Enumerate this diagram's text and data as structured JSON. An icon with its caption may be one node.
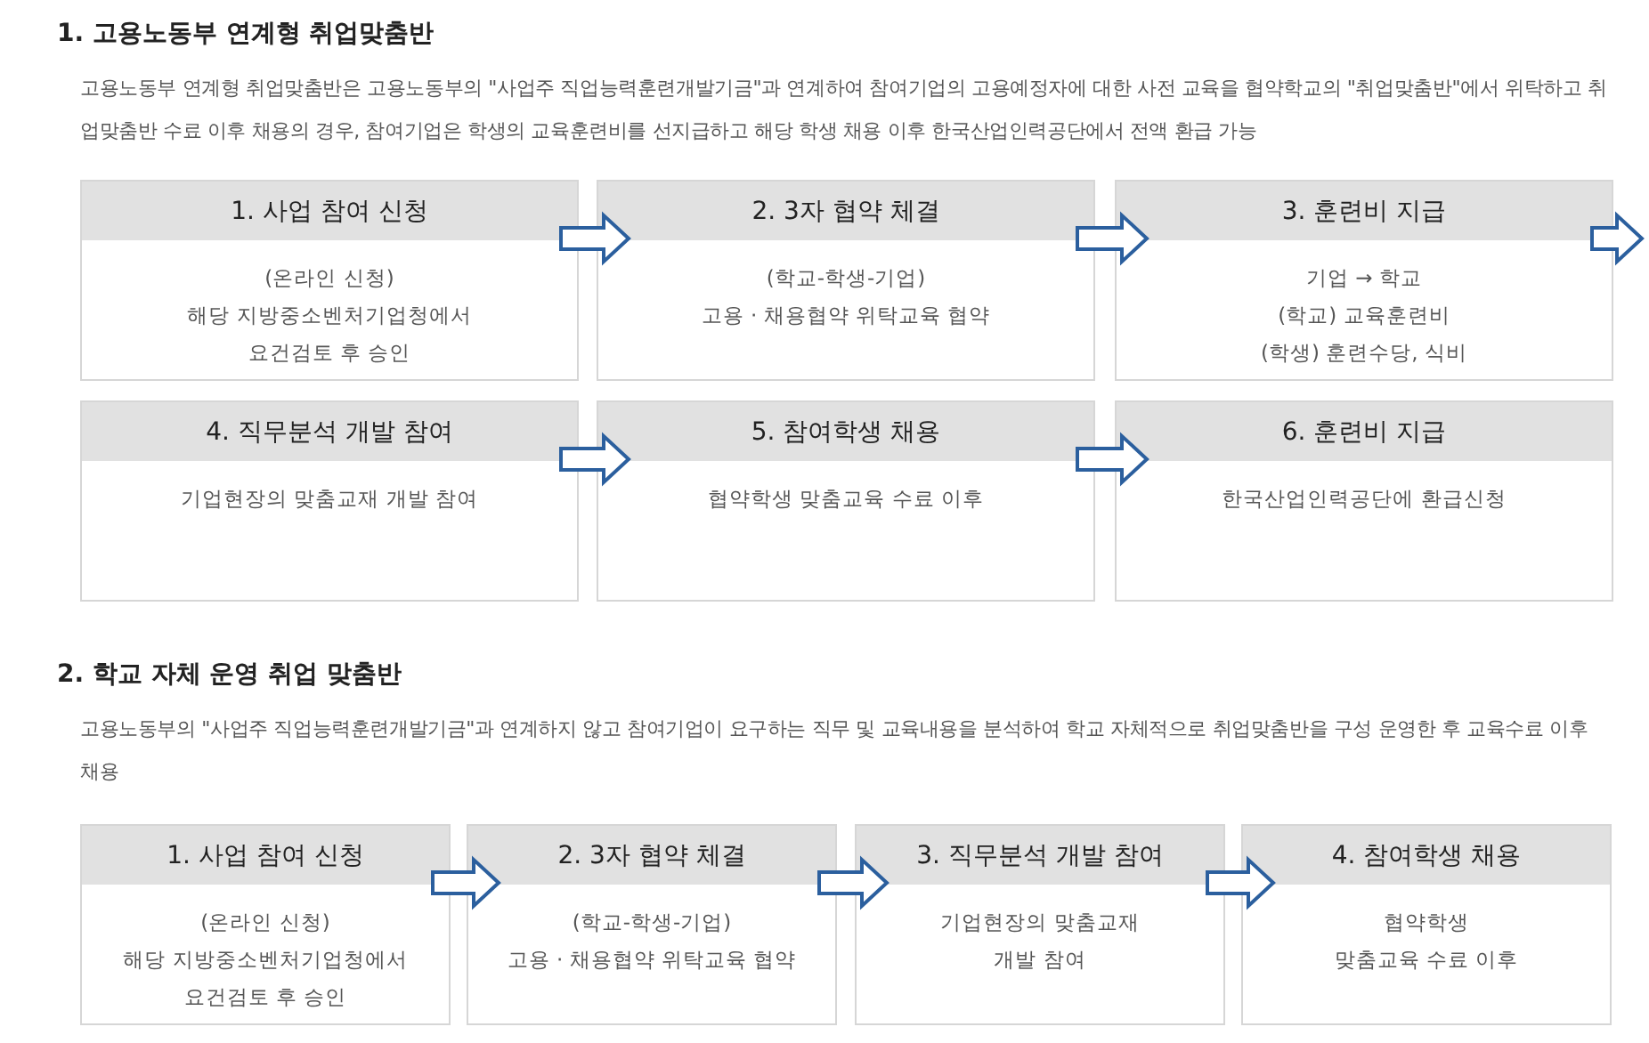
{
  "diagram": {
    "nodes": [
      {
        "text": [
          "1. 사업 참여 신청",
          "(온라인 신청)",
          "해당 지방중소벤처기업청에서",
          "요건검토 후 승인"
        ]
      },
      {
        "text": [
          "2. 3자 협약 체결",
          "(학교-학생-기업)",
          "고용 · 채용협약 위탁교육 협약"
        ]
      },
      {
        "text": [
          "3. 훈련비 지급",
          "기업 → 학교",
          "(학교) 교육훈련비",
          "(학생) 훈련수당, 식비"
        ]
      },
      {
        "text": [
          "4. 직무분석 개발 참여",
          "기업현장의 맞춤교재 개발 참여"
        ]
      },
      {
        "text": [
          "5. 참여학생 채용",
          "협약학생 맞춤교육 수료 이후"
        ]
      },
      {
        "text": [
          "6. 훈련비 지급",
          "한국산업인력공단에 환급신청"
        ]
      },
      {
        "text": [
          "1. 사업 참여 신청",
          "(온라인 신청)",
          "해당 지방중소벤처기업청에서",
          "요건검토 후 승인"
        ]
      },
      {
        "text": [
          "2. 3자 협약 체결",
          "(학교-학생-기업)",
          "고용 · 채용협약 위탁교육 협약"
        ]
      },
      {
        "text": [
          "3. 직무분석 개발 참여",
          "기업현장의 맞춤교재",
          "개발 참여"
        ]
      },
      {
        "text": [
          "4. 참여학생 채용",
          "협약학생",
          "맞춤교육 수료 이후"
        ]
      }
    ],
    "edges": [
      {
        "from": 0,
        "to": 1,
        "arrow": "to"
      },
      {
        "from": 1,
        "to": 2,
        "arrow": "to"
      },
      {
        "from": 2,
        "to": null,
        "arrow": "to"
      },
      {
        "from": 3,
        "to": 4,
        "arrow": "to"
      },
      {
        "from": 4,
        "to": 5,
        "arrow": "to"
      },
      {
        "from": 6,
        "to": 7,
        "arrow": "to"
      },
      {
        "from": 7,
        "to": 8,
        "arrow": "to"
      },
      {
        "from": 8,
        "to": 9,
        "arrow": "to"
      }
    ],
    "labels": [
      "1. 고용노동부 연계형 취업맞춤반",
      "고용노동부 연계형 취업맞춤반은 고용노동부의 \"사업주 직업능력훈련개발기금\"과 연계하여 참여기업의 고용예정자에 대한 사전 교육을 협약학교의 \"취업맞춤반\"에서 위탁하고 취업맞춤반 수료 이후 채용의 경우, 참여기업은 학생의 교육훈련비를 선지급하고 해당 학생 채용 이후 한국산업인력공단에서 전액 환급 가능",
      "2. 학교 자체 운영 취업 맞춤반",
      "고용노동부의 \"사업주 직업능력훈련개발기금\"과 연계하지 않고 참여기업이 요구하는 직무 및 교육내용을 분석하여 학교 자체적으로 취업맞춤반을 구성 운영한 후 교육수료 이후 채용"
    ]
  }
}
